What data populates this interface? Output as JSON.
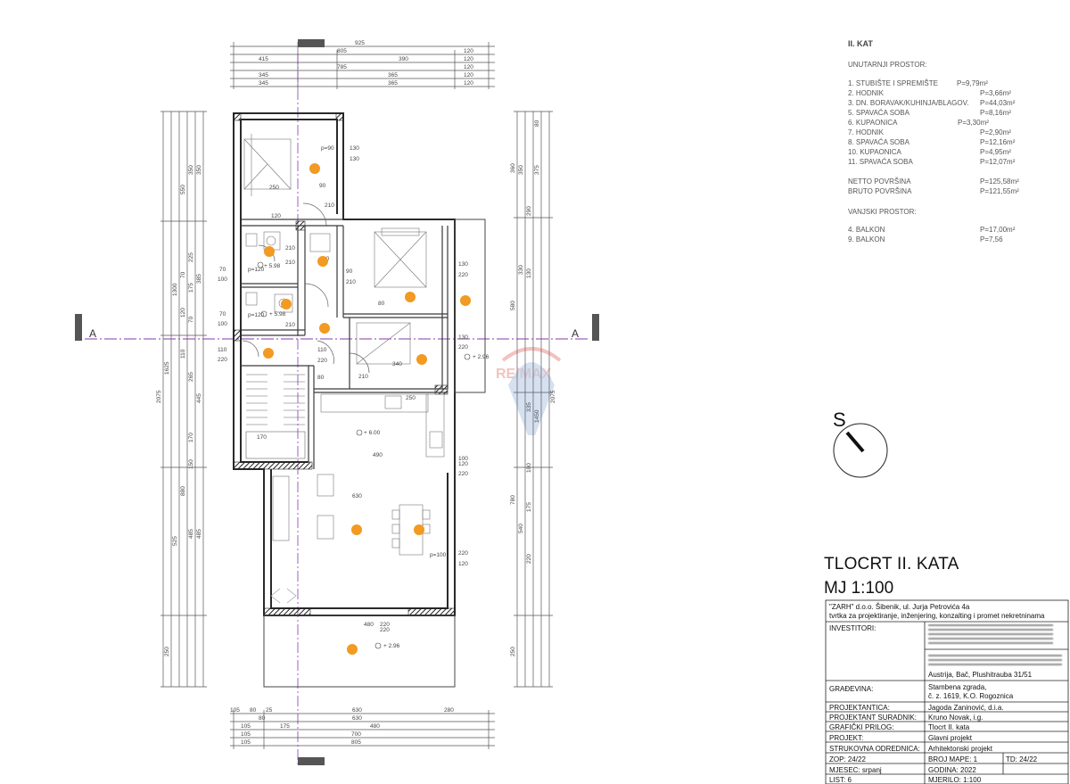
{
  "outer_dims": {
    "top": [
      "925",
      "805",
      "120",
      "415",
      "390",
      "120",
      "785",
      "120",
      "345",
      "365",
      "120",
      "345",
      "365",
      "120"
    ],
    "bottom": [
      "105",
      "80",
      "25",
      "630",
      "280",
      "630",
      "105",
      "80",
      "105",
      "175",
      "480",
      "105",
      "700",
      "805"
    ],
    "left": [
      "550",
      "350",
      "350",
      "1300",
      "225",
      "70",
      "70",
      "385",
      "175",
      "120",
      "2075",
      "1625",
      "110",
      "265",
      "170",
      "445",
      "150",
      "880",
      "485",
      "525",
      "485",
      "250"
    ],
    "right": [
      "80",
      "350",
      "375",
      "360",
      "290",
      "330",
      "580",
      "130",
      "2075",
      "1450",
      "335",
      "100",
      "780",
      "175",
      "540",
      "220",
      "250"
    ]
  },
  "plan_labels": {
    "section_left": "A",
    "section_right": "A",
    "north": "S",
    "room_heights": [
      "p=90",
      "p=120",
      "p=120",
      "p=100"
    ],
    "levels": [
      "+ 5.98",
      "+ 5.98",
      "+ 6.00",
      "+ 2.96",
      "+ 2.96"
    ],
    "dims": [
      "130",
      "130",
      "90",
      "210",
      "210",
      "90",
      "210",
      "70",
      "100",
      "70",
      "100",
      "110",
      "220",
      "210",
      "210",
      "110",
      "220",
      "210",
      "80",
      "340",
      "80",
      "250",
      "130",
      "220",
      "130",
      "220",
      "120",
      "220",
      "220",
      "120",
      "100",
      "220",
      "490",
      "630",
      "480",
      "220",
      "170",
      "120",
      "90",
      "250"
    ]
  },
  "legend": {
    "floor": "II. KAT",
    "interior_heading": "UNUTARNJI PROSTOR:",
    "rooms": [
      {
        "name": "1. STUBIŠTE I SPREMIŠTE",
        "area": "P=9,79m²"
      },
      {
        "name": "2. HODNIK",
        "area": "P=3,66m²"
      },
      {
        "name": "3. DN. BORAVAK/KUHINJA/BLAGOV.",
        "area": "P=44,03m²"
      },
      {
        "name": "5. SPAVAĆA SOBA",
        "area": "P=8,16m²"
      },
      {
        "name": "6. KUPAONICA",
        "area": "P=3,30m²"
      },
      {
        "name": "7. HODNIK",
        "area": "P=2,90m²"
      },
      {
        "name": "8. SPAVAĆA SOBA",
        "area": "P=12,16m²"
      },
      {
        "name": "10. KUPAONICA",
        "area": "P=4,95m²"
      },
      {
        "name": "11. SPAVAĆA SOBA",
        "area": "P=12,07m²"
      }
    ],
    "net_label": "NETTO POVRŠINA",
    "net_area": "P=125,58m²",
    "gross_label": "BRUTO POVRŠINA",
    "gross_area": "P=121,55m²",
    "exterior_heading": "VANJSKI PROSTOR:",
    "exterior": [
      {
        "name": "4. BALKON",
        "area": "P=17,00m²"
      },
      {
        "name": "9. BALKON",
        "area": "P=7,56"
      }
    ]
  },
  "title_block": {
    "title": "TLOCRT II. KATA",
    "scale": "MJ 1:100",
    "company_line1": "\"ZARH\" d.o.o. Šibenik, ul. Jurja Petrovića 4a",
    "company_line2": "tvrtka za projektiranje, inženjering, konzalting i promet nekretninama",
    "investors_label": "INVESTITORI:",
    "investors_value": "Austrija, Bač, Plushitrauba 31/51",
    "building_label": "GRAĐEVINA:",
    "building_value1": "Stambena zgrada,",
    "building_value2": "č. z. 1619, K.O. Rogoznica",
    "designer_label": "PROJEKTANTICA:",
    "designer_value": "Jagoda Zaninović, d.i.a.",
    "associate_label": "PROJEKTANT SURADNIK:",
    "associate_value": "Kruno Novak, i.g.",
    "graphic_label": "GRAFIČKI PRILOG:",
    "graphic_value": "Tlocrt II. kata",
    "project_label": "PROJEKT:",
    "project_value": "Glavni projekt",
    "discipline_label": "STRUKOVNA ODREDNICA:",
    "discipline_value": "Arhitektonski projekt",
    "zop": "ZOP: 24/22",
    "folder": "BROJ MAPE: 1",
    "td": "TD: 24/22",
    "month": "MJESEC: srpanj",
    "year": "GODINA: 2022",
    "sheet": "LIST: 6",
    "scale_small": "MJERILO: 1:100"
  },
  "watermark": "RE/MAX",
  "colors": {
    "line": "#555555",
    "wall": "#2a2a2a",
    "dot": "#f29a21",
    "axis": "#8a3aa8",
    "remax_red": "#d8564c",
    "remax_blue": "#3d6fb4"
  }
}
